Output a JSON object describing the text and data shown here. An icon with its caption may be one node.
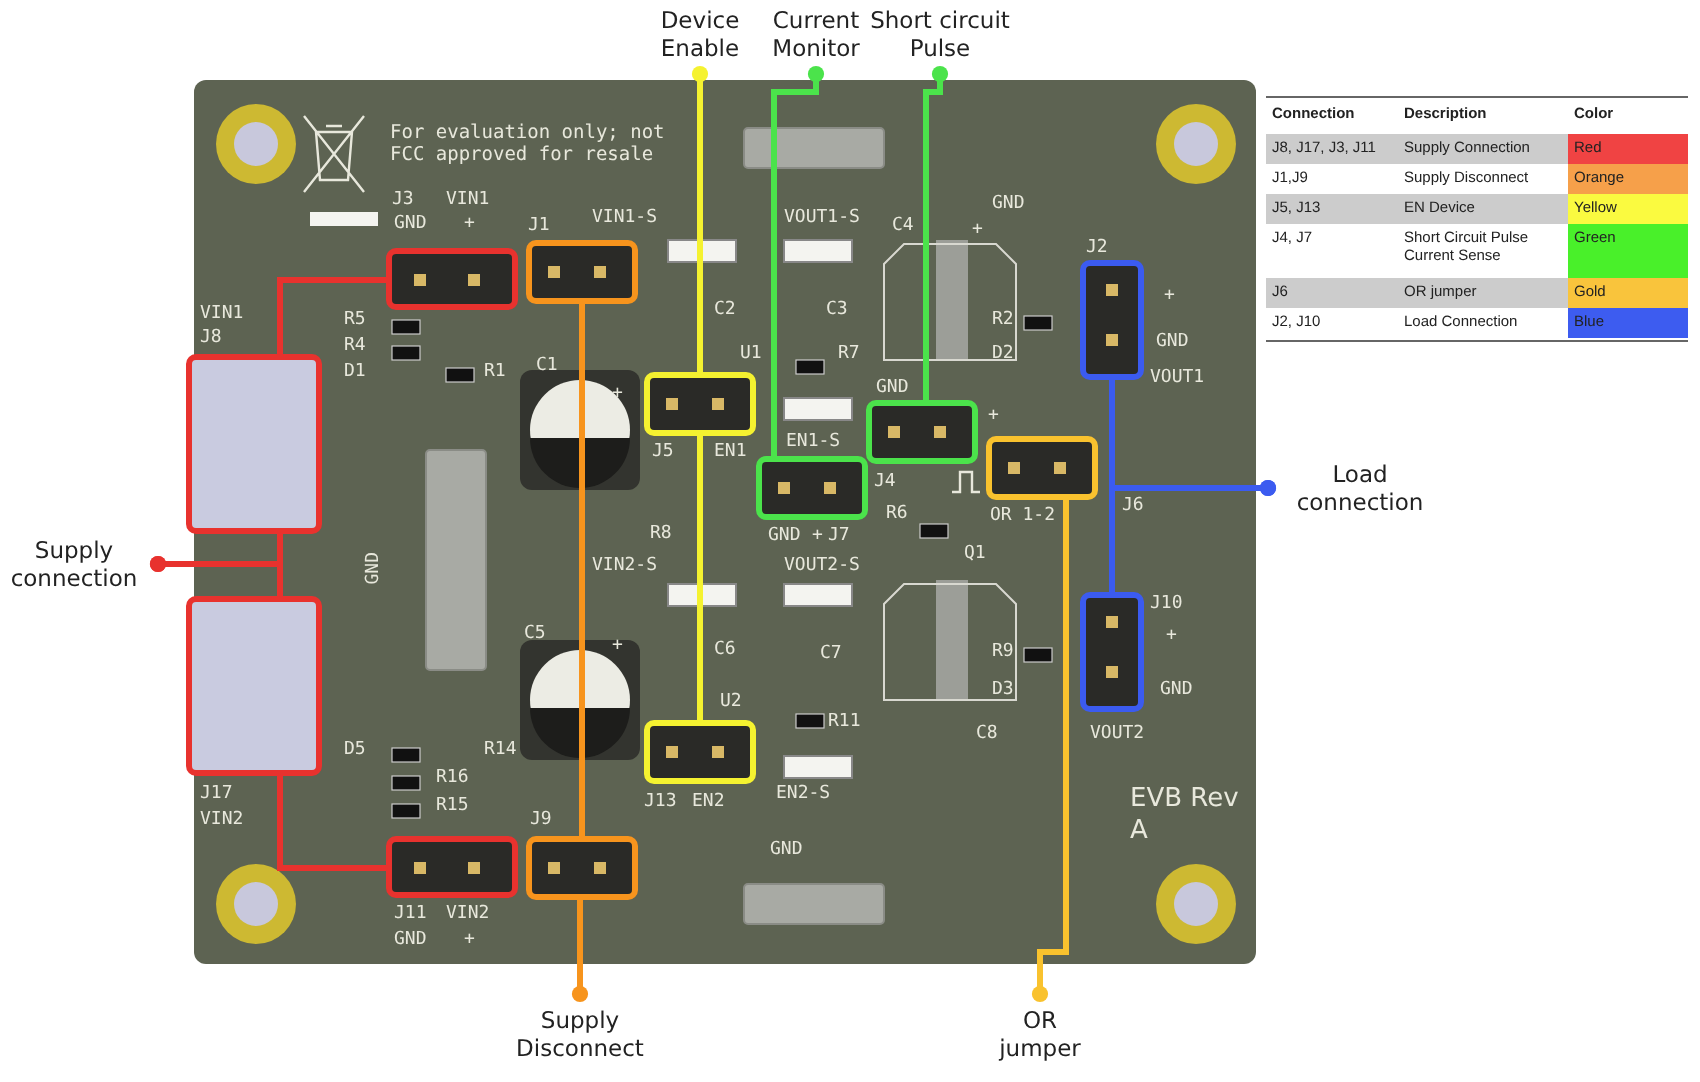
{
  "diagram": {
    "nodes": [
      {
        "text": [
          "Device Enable"
        ]
      },
      {
        "text": [
          "Current Monitor"
        ]
      },
      {
        "text": [
          "Short circuit Pulse"
        ]
      },
      {
        "text": [
          "Load connection"
        ]
      },
      {
        "text": [
          "Supply connection"
        ]
      },
      {
        "text": [
          "Supply Disconnect"
        ]
      },
      {
        "text": [
          "OR jumper"
        ]
      },
      {
        "text": [],
        "shape": "box"
      },
      {
        "text": [],
        "shape": "box"
      },
      {
        "text": [],
        "shape": "box"
      },
      {
        "text": [],
        "shape": "box"
      },
      {
        "text": [],
        "shape": "box"
      },
      {
        "text": [],
        "shape": "box"
      },
      {
        "text": [],
        "shape": "box"
      },
      {
        "text": [],
        "shape": "box"
      },
      {
        "text": [],
        "shape": "box"
      },
      {
        "text": [],
        "shape": "box"
      },
      {
        "text": [],
        "shape": "box"
      },
      {
        "text": [],
        "shape": "box"
      },
      {
        "text": [],
        "shape": "box"
      }
    ],
    "edges": [
      {
        "from": 0,
        "to": 13,
        "arrow": "other",
        "color": "#f5f230"
      },
      {
        "from": 13,
        "to": 14,
        "arrow": "none",
        "color": "#f5f230"
      },
      {
        "from": 1,
        "to": 15,
        "arrow": "other",
        "color": "#4be34b"
      },
      {
        "from": 2,
        "to": 16,
        "arrow": "other",
        "color": "#4be34b"
      },
      {
        "from": 3,
        "to": 18,
        "arrow": "other",
        "color": "#3b5bf0"
      },
      {
        "from": 3,
        "to": 19,
        "arrow": "other",
        "color": "#3b5bf0"
      },
      {
        "from": 4,
        "to": 8,
        "arrow": "other",
        "color": "#e8322e"
      },
      {
        "from": 4,
        "to": 9,
        "arrow": "other",
        "color": "#e8322e"
      },
      {
        "from": 8,
        "to": 7,
        "arrow": "none",
        "color": "#e8322e"
      },
      {
        "from": 9,
        "to": 10,
        "arrow": "none",
        "color": "#e8322e"
      },
      {
        "from": 5,
        "to": 12,
        "arrow": "other",
        "color": "#f7941d"
      },
      {
        "from": 12,
        "to": 11,
        "arrow": "none",
        "color": "#f7941d"
      },
      {
        "from": 6,
        "to": 17,
        "arrow": "other",
        "color": "#f9c22e"
      }
    ],
    "labels": [
      "For evaluation only; not FCC approved for resale",
      "J3",
      "VIN1",
      "GND",
      "+",
      "J1",
      "VIN1-S",
      "VOUT1-S",
      "GND",
      "C2",
      "C3",
      "U1",
      "R7",
      "R5",
      "R4",
      "D1",
      "R1",
      "VIN1",
      "J8",
      "C1",
      "+",
      "J5",
      "EN1",
      "EN1-S",
      "GND",
      "+",
      "J4",
      "C4",
      "+",
      "R2",
      "D2",
      "J2",
      "+",
      "GND",
      "VOUT1",
      "GND",
      "+",
      "J7",
      "R6",
      "OR 1-2",
      "J6",
      "Q1",
      "R8",
      "GND",
      "VIN2-S",
      "VOUT2-S",
      "C5",
      "+",
      "C6",
      "C7",
      "U2",
      "R11",
      "R9",
      "D3",
      "J10",
      "+",
      "GND",
      "C8",
      "VOUT2",
      "D5",
      "R14",
      "R16",
      "R15",
      "J17",
      "VIN2",
      "J13",
      "EN2",
      "EN2-S",
      "J9",
      "J11",
      "VIN2",
      "GND",
      "+",
      "EVB Rev A",
      "GND",
      "Connection",
      "Description",
      "Color",
      "J8, J17, J3, J11",
      "Supply Connection",
      "Red",
      "J1,J9",
      "Supply Disconnect",
      "Orange",
      "J5, J13",
      "EN Device",
      "Yellow",
      "J4, J7",
      "Short Circuit Pulse Current Sense",
      "Green",
      "J6",
      "OR jumper",
      "Gold",
      "J2, J10",
      "Load Connection",
      "Blue"
    ]
  }
}
